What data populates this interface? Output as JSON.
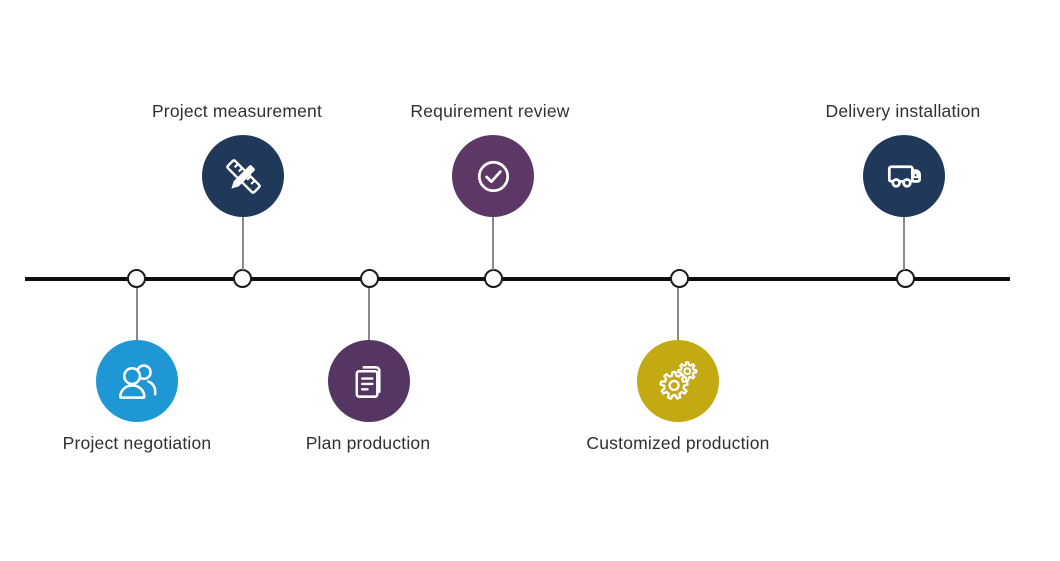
{
  "diagram": {
    "type": "process-timeline",
    "background_color": "#ffffff",
    "line_color": "#0d0d0d",
    "connector_color": "#8a8a8a",
    "node_fill": "#ffffff",
    "node_border_color": "#1b1b1b",
    "label_color": "#303030",
    "steps": [
      {
        "label": "Project negotiation",
        "side": "below",
        "icon": "people-icon",
        "color": "#1e97d4"
      },
      {
        "label": "Project measurement",
        "side": "above",
        "icon": "ruler-pencil-icon",
        "color": "#20395b"
      },
      {
        "label": "Plan production",
        "side": "below",
        "icon": "documents-icon",
        "color": "#553561"
      },
      {
        "label": "Requirement review",
        "side": "above",
        "icon": "check-circle-icon",
        "color": "#5d3766"
      },
      {
        "label": "Customized production",
        "side": "below",
        "icon": "gears-icon",
        "color": "#c3a912"
      },
      {
        "label": "Delivery installation",
        "side": "above",
        "icon": "truck-icon",
        "color": "#20395b"
      }
    ]
  }
}
